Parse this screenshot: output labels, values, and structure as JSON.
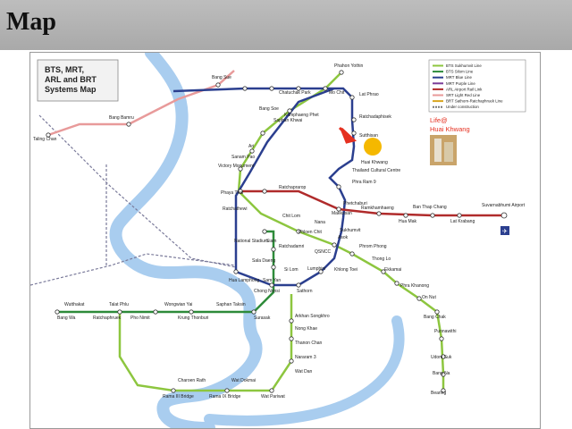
{
  "page": {
    "title": "Map"
  },
  "map": {
    "title_lines": [
      "BTS, MRT,",
      "ARL and BRT",
      "Systems Map"
    ],
    "legend": [
      {
        "label": "BTS Sukhumvit Line",
        "color": "#8dc63f"
      },
      {
        "label": "BTS Silom Line",
        "color": "#2e8b3a"
      },
      {
        "label": "MRT Blue Line",
        "color": "#2b3f8f"
      },
      {
        "label": "MRT Purple Line",
        "color": "#7a3c98"
      },
      {
        "label": "ARL Airport Rail Link",
        "color": "#b02b2b"
      },
      {
        "label": "SRT Light Red Line",
        "color": "#e89a9a"
      },
      {
        "label": "BRT Sathorn-Ratchaphruek Line",
        "color": "#d9a520"
      },
      {
        "label": "Under construction",
        "color": "#777777"
      }
    ],
    "callout": {
      "line1": "Life@",
      "line2": "Huai Khwang"
    },
    "colors": {
      "river": "#a9cdef",
      "sukhumvit": "#8dc63f",
      "silom": "#2e8b3a",
      "blue": "#2b3f8f",
      "arl": "#b02b2b",
      "red": "#e89a9a",
      "dash": "#7a7a9a",
      "marker": "#f5b800",
      "arrow": "#e53020"
    },
    "stations": {
      "bang_sue": "Bang Sue",
      "bang_bamru": "Bang Bamru",
      "taling_chan": "Taling Chan",
      "phahon_yothin": "Phahon Yothin",
      "mo_chit": "Mo Chit",
      "chatuchak_park": "Chatuchak Park",
      "bang_soe": "Bang Soe",
      "kamphaeng_phet": "Kamphaeng Phet",
      "saphan_khwai": "Saphan Khwai",
      "lat_phrao": "Lat Phrao",
      "ratchadaphisek": "Ratchadaphisek",
      "sutthisan": "Sutthisan",
      "ari": "Ari",
      "sanam_pao": "Sanam Pao",
      "huai_khwang": "Huai Khwang",
      "victory_monument": "Victory Monument",
      "thailand_cultural_centre": "Thailand Cultural Centre",
      "phra_ram_9": "Phra Ram 9",
      "phaya_thai": "Phaya Thai",
      "ratchaprarop": "Ratchaprarop",
      "phetchaburi": "Phetchaburi",
      "makkasan": "Makkasan",
      "ramkhamhaeng": "Ramkhamhaeng",
      "ban_thap_chang": "Ban Thap Chang",
      "suvarnabhumi_airport": "Suvarnabhumi Airport",
      "hua_mak": "Hua Mak",
      "lat_krabang": "Lat Krabang",
      "ratchathewi": "Ratchathewi",
      "chit_lom": "Chit Lom",
      "nana": "Nana",
      "asok": "Asok",
      "sukhumvit": "Sukhumvit",
      "phrom_phong": "Phrom Phong",
      "thong_lo": "Thong Lo",
      "ekkamai": "Ekkamai",
      "phra_khanong": "Phra Khanong",
      "on_nut": "On Nut",
      "bang_chak": "Bang Chak",
      "punnawithi": "Punnawithi",
      "udom_suk": "Udom Suk",
      "bang_na": "Bang Na",
      "bearing": "Bearing",
      "national_stadium": "National Stadium",
      "siam": "Siam",
      "ratchadamri": "Ratchadamri",
      "phloen_chit": "Phloen Chit",
      "qsncc": "QSNCC",
      "sala_daeng": "Sala Daeng",
      "si_lom": "Si Lom",
      "lumphini": "Lumphini",
      "khlong_toei": "Khlong Toei",
      "hua_lamphong": "Hua Lamphong",
      "sam_yan": "Sam Yan",
      "chong_nonsi": "Chong Nonsi",
      "sathorn": "Sathorn",
      "wutthakat": "Wutthakat",
      "talat_phlu": "Talat Phlu",
      "wongwian_yai": "Wongwian Yai",
      "saphan_taksin": "Saphan Taksin",
      "bang_wa": "Bang Wa",
      "ratchaphruek": "Ratchaphruek",
      "pho_nimit": "Pho Nimit",
      "krung_thonburi": "Krung Thonburi",
      "surasak": "Surasak",
      "arkhan_songkhro": "Arkhan Songkhro",
      "nong_khae": "Nong Khae",
      "thanon_chan": "Thanon Chan",
      "nararam_3": "Nararam 3",
      "wat_dan": "Wat Dan",
      "charoen_rath": "Charoen Rath",
      "wat_dokmai": "Wat Dokmai",
      "rama_iii_bridge": "Rama III Bridge",
      "rama_ix_bridge": "Rama IX Bridge",
      "wat_pariwat": "Wat Pariwat"
    }
  }
}
